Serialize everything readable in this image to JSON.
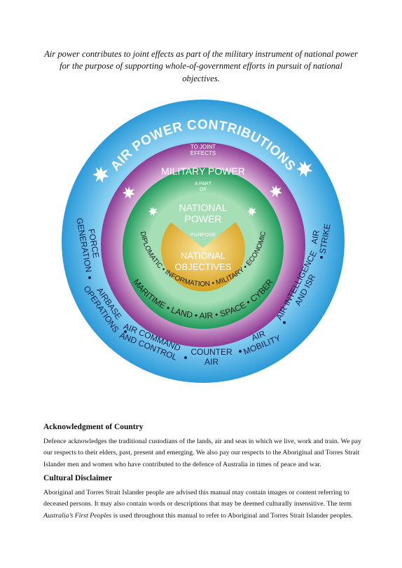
{
  "intro": "Air power contributes to joint effects as part of the military instrument of national power for the purpose of supporting whole-of-government efforts in pursuit of national objectives.",
  "diagram": {
    "outer_title": "AIR POWER CONTRIBUTIONS",
    "to_joint_line1": "TO JOINT",
    "to_joint_line2": "EFFECTS",
    "military_power": "MILITARY POWER",
    "a_part_line1": "A PART",
    "a_part_line2": "OF",
    "national_power_line1": "NATIONAL",
    "national_power_line2": "POWER",
    "purpose": "PURPOSE",
    "national_objectives_line1": "NATIONAL",
    "national_objectives_line2": "OBJECTIVES",
    "instruments": [
      "DIPLOMATIC",
      "INFORMATION",
      "MILITARY",
      "ECONOMIC"
    ],
    "domains": [
      "MARITIME",
      "LAND",
      "AIR",
      "SPACE",
      "CYBER"
    ],
    "contributions": {
      "force_generation_line1": "FORCE",
      "force_generation_line2": "GENERATION",
      "airbase_operations_line1": "AIRBASE",
      "airbase_operations_line2": "OPERATIONS",
      "air_command_line1": "AIR COMMAND",
      "air_command_line2": "AND CONTROL",
      "counter_air_line1": "COUNTER",
      "counter_air_line2": "AIR",
      "air_mobility_line1": "AIR",
      "air_mobility_line2": "MOBILITY",
      "air_intelligence_line1": "AIR INTELLIGENCE",
      "air_intelligence_line2": "AND ISR",
      "air_strike_line1": "AIR",
      "air_strike_line2": "STRIKE"
    },
    "colors": {
      "outer_ring": "#2e9fdc",
      "purple_ring": "#8e3a93",
      "green_ring": "#1f9a5a",
      "gold_center": "#e0b02c"
    }
  },
  "acknowledgment": {
    "heading": "Acknowledgment of Country",
    "text": "Defence acknowledges the traditional custodians of the lands, air and seas in which we live, work and train. We pay our respects to their elders, past, present and emerging. We also pay our respects to the Aboriginal and Torres Strait Islander men and women who have contributed to the defence of Australia in times of peace and war."
  },
  "disclaimer": {
    "heading": "Cultural Disclaimer",
    "text_part1": "Aboriginal and Torres Strait Islander people are advised this manual may contain images or content referring to deceased persons. It may also contain words or descriptions that may be deemed culturally insensitive. The term ",
    "text_italic": "Australia’s First Peoples",
    "text_part2": " is used throughout this manual to refer to Aboriginal and Torres Strait Islander peoples."
  }
}
